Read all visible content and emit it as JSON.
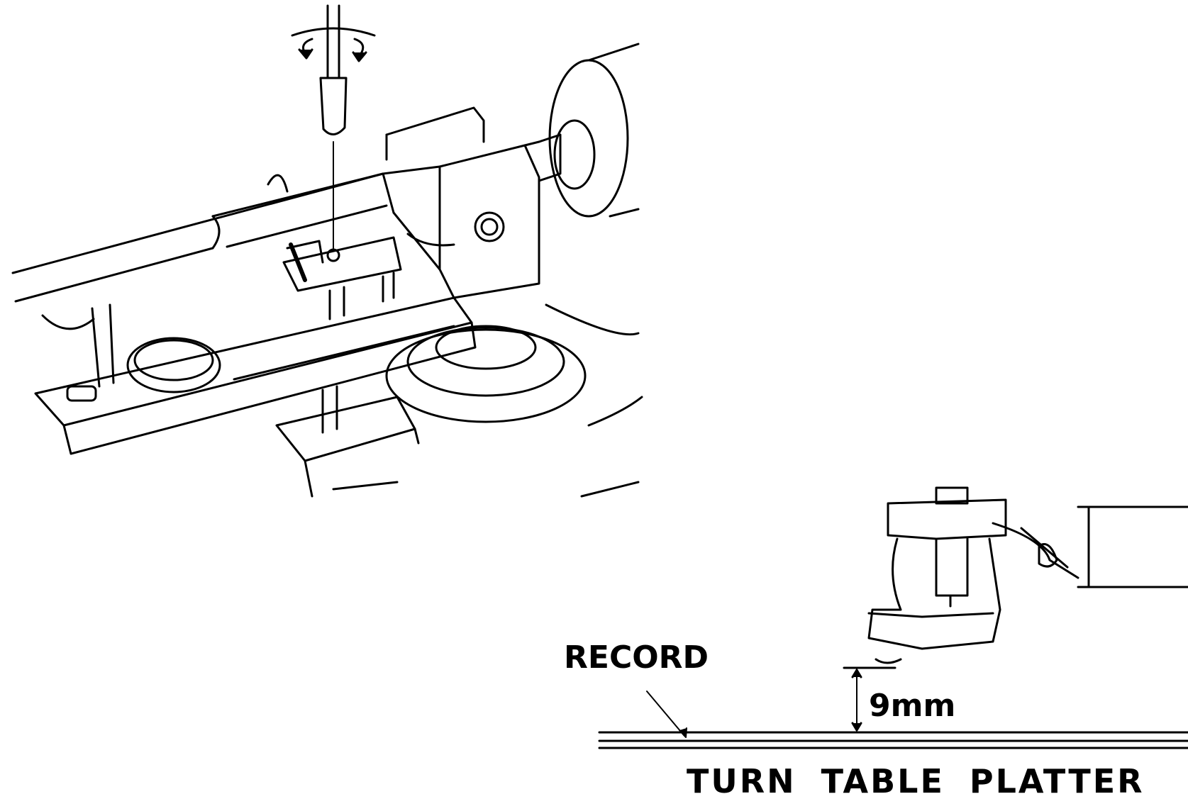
{
  "diagram": {
    "labels": {
      "record": "RECORD",
      "height": "9mm",
      "platter": "TURN TABLE PLATTER"
    },
    "colors": {
      "ink": "#000000",
      "paper": "#ffffff"
    }
  }
}
